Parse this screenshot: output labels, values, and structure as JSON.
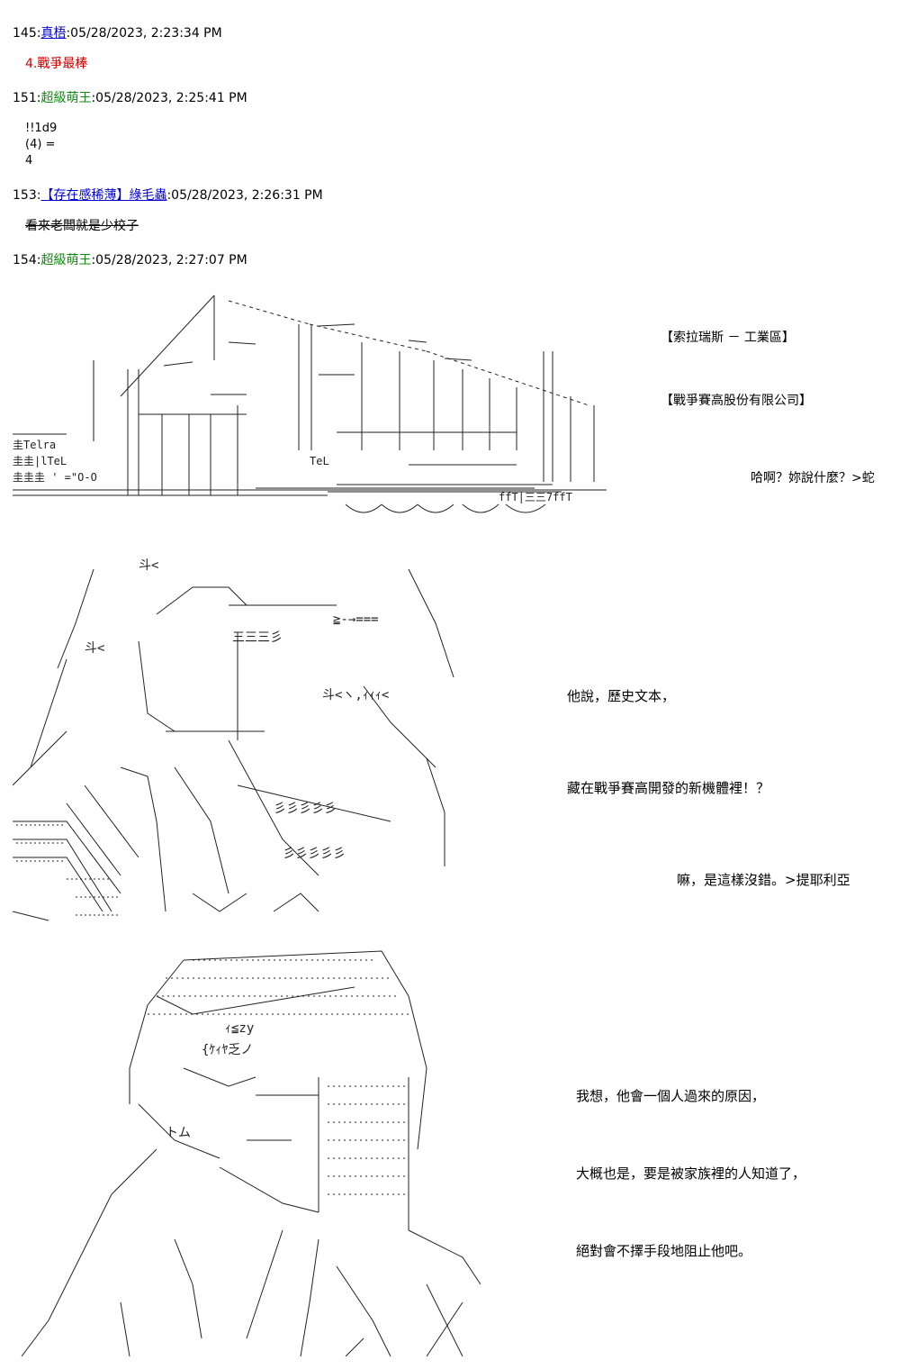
{
  "posts": [
    {
      "num": "145",
      "name": "真梧",
      "time": "05/28/2023, 2:23:34 PM",
      "body": [
        "4.戰爭最棒"
      ]
    },
    {
      "num": "151",
      "name": "超級萌王",
      "time": "05/28/2023, 2:25:41 PM",
      "body": [
        "!!1d9",
        "(4) =",
        "4"
      ]
    },
    {
      "num": "153",
      "name": "【存在感稀薄】綠毛蟲",
      "time": "05/28/2023, 2:26:31 PM",
      "body": [
        "看來老闆就是少校子"
      ]
    },
    {
      "num": "154",
      "name": "超級萌王",
      "time": "05/28/2023, 2:27:07 PM"
    }
  ],
  "scene1": {
    "location": "【索拉瑞斯 － 工業區】",
    "company": "【戰爭賽高股份有限公司】",
    "quote": "哈啊？妳說什麼？>蛇"
  },
  "scene2": {
    "line1": "他說，歷史文本，",
    "line2": "藏在戰爭賽高開發的新機體裡！？",
    "line3": "嘛，是這樣沒錯。>提耶利亞"
  },
  "scene3": {
    "line1": "我想，他會一個人過來的原因，",
    "line2": "大概也是，要是被家族裡的人知道了，",
    "line3": "絕對會不擇手段地阻止他吧。"
  },
  "ascii": {
    "factory_left_1": "圭Telrа",
    "factory_left_2": "圭圭|lTeL",
    "factory_left_3": "圭圭圭 ' =\"O-O",
    "factory_mid": "ffT|三三7ffT",
    "factory_sign": "TeL",
    "fig_text_1": "斗<",
    "fig_text_2": "三三三彡",
    "fig_text_3": "≧-→===",
    "fig_text_4": "斗<ヽ,ｨｨｨ<",
    "fig_text_5": "彡彡彡彡彡",
    "fig_text_6": "トム",
    "fig_text_7": "ｨ≦zy",
    "fig_text_8": "{ｹｨﾔ乏ノ"
  }
}
